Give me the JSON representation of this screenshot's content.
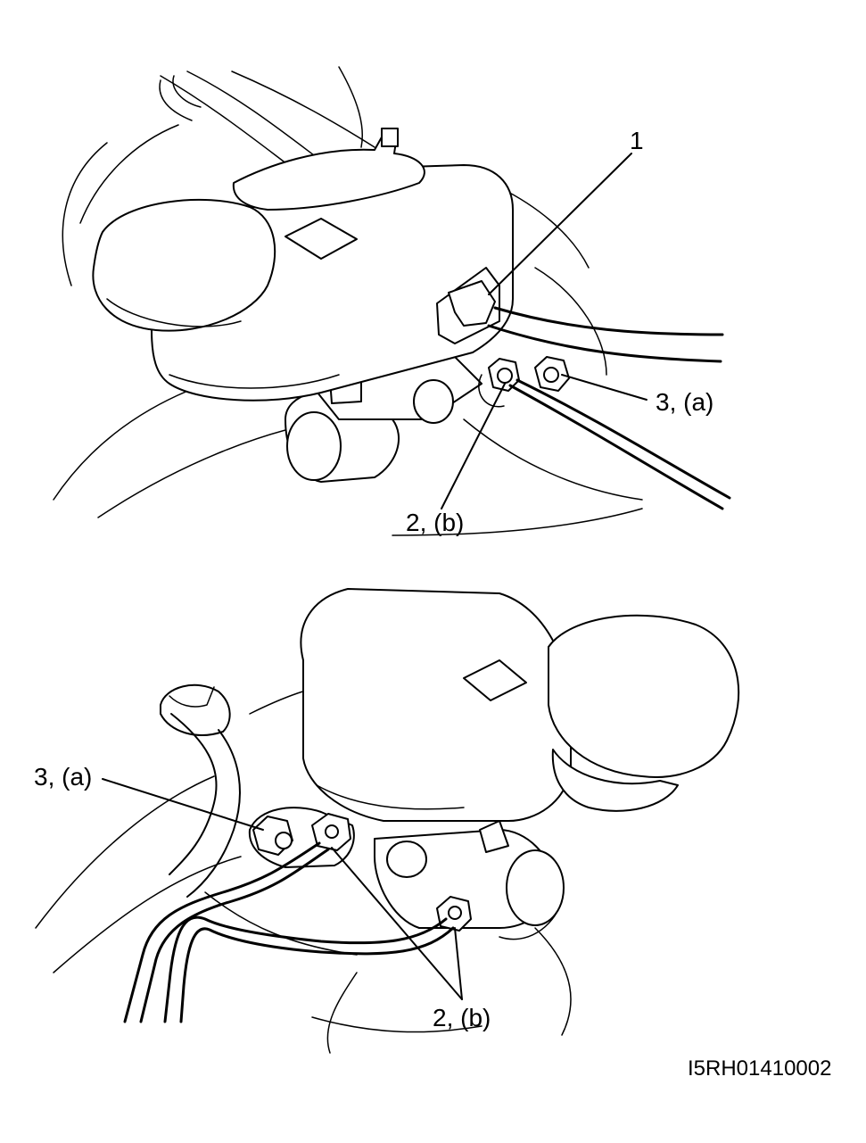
{
  "labels": {
    "top": {
      "hose_clamp": "1",
      "union_bolt": "3, (a)",
      "flare_nut": "2, (b)"
    },
    "bottom": {
      "union_bolt": "3, (a)",
      "flare_nut": "2, (b)"
    }
  },
  "figure_code": "I5RH01410002",
  "colors": {
    "ink": "#000000",
    "paper": "#ffffff"
  }
}
